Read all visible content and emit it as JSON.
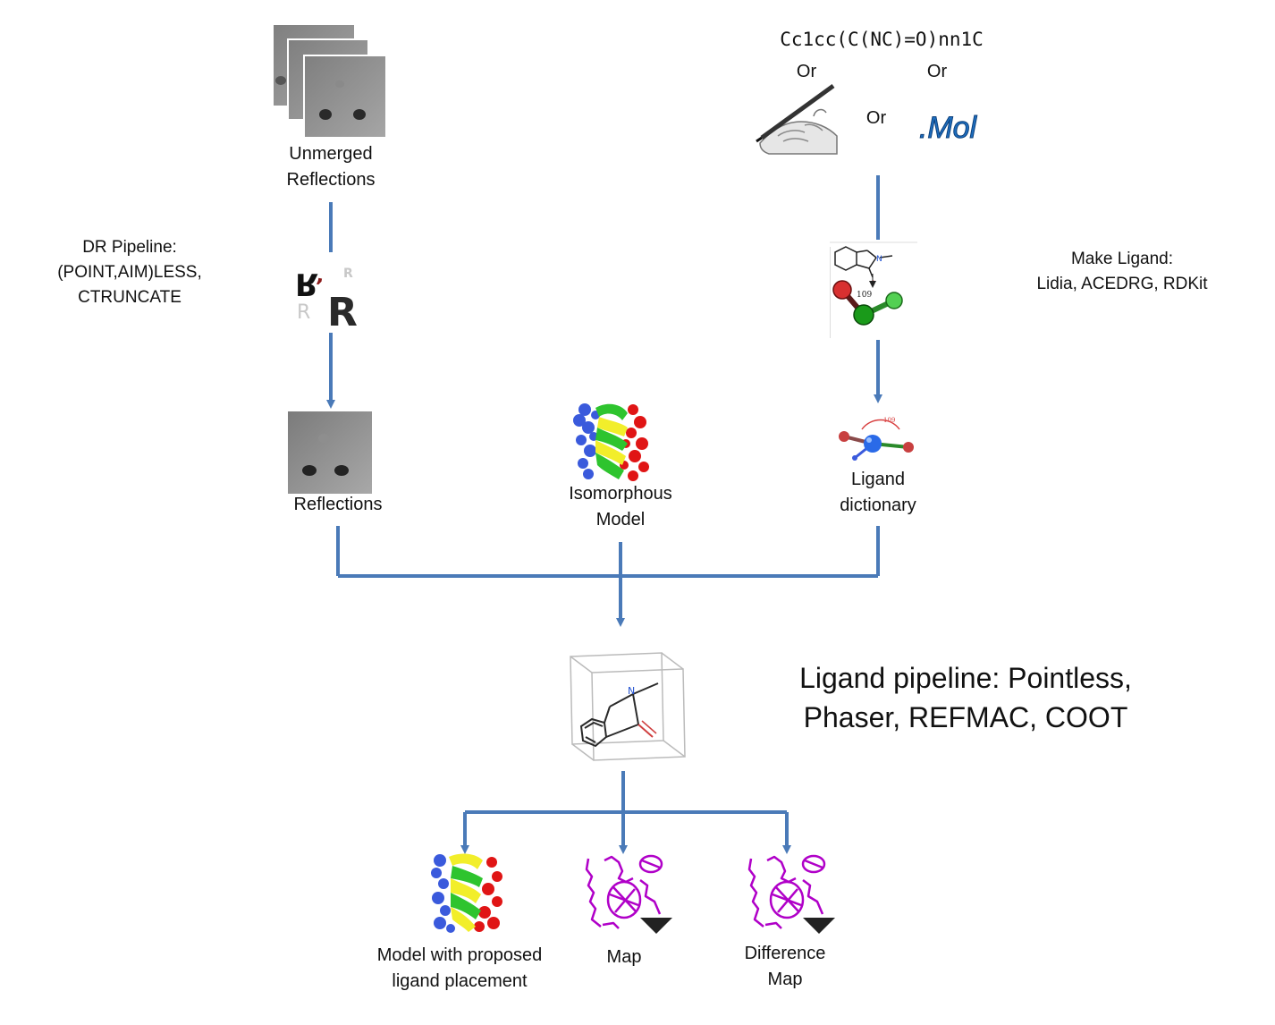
{
  "colors": {
    "arrow": "#4a7ab8",
    "map_mesh": "#b000c8",
    "helix_yellow": "#f2ee2a",
    "helix_green": "#2ec42e",
    "atoms_red": "#e01515",
    "atoms_blue": "#3a5adc",
    "mol_text": "#1e6fc0"
  },
  "inputs": {
    "smiles": "Cc1cc(C(NC)=O)nn1C",
    "or_left": "Or",
    "or_right": "Or",
    "or_middle": "Or",
    "mol_label": ".Mol"
  },
  "nodes": {
    "unmerged": {
      "line1": "Unmerged",
      "line2": "Reflections"
    },
    "reflections": {
      "label": "Reflections"
    },
    "isomorphous": {
      "line1": "Isomorphous",
      "line2": "Model"
    },
    "ligand_dict": {
      "line1": "Ligand",
      "line2": "dictionary"
    },
    "model_out": {
      "line1": "Model with proposed",
      "line2": "ligand placement"
    },
    "map_out": {
      "label": "Map"
    },
    "diffmap_out": {
      "line1": "Difference",
      "line2": "Map"
    }
  },
  "annotations": {
    "dr_pipeline": {
      "line1": "DR Pipeline:",
      "line2": "(POINT,AIM)LESS,",
      "line3": "CTRUNCATE"
    },
    "make_ligand": {
      "line1": "Make Ligand:",
      "line2": "Lidia, ACEDRG, RDKit"
    },
    "ligand_pipeline": {
      "line1": "Ligand pipeline: Pointless,",
      "line2": "Phaser, REFMAC, COOT"
    }
  },
  "icons": {
    "unmerged": "stacked-diffraction-images-icon",
    "r_scale": "r-scaling-icon",
    "reflections": "diffraction-image-icon",
    "isomorphous": "protein-helix-model-icon",
    "pencil": "hand-drawing-icon",
    "dictionary_build": "ligand-geometry-icon",
    "dictionary": "ligand-dictionary-icon",
    "ligand_box": "ligand-in-box-icon",
    "model_out": "protein-helix-model-icon",
    "map": "electron-density-map-icon",
    "diffmap": "difference-map-icon"
  }
}
